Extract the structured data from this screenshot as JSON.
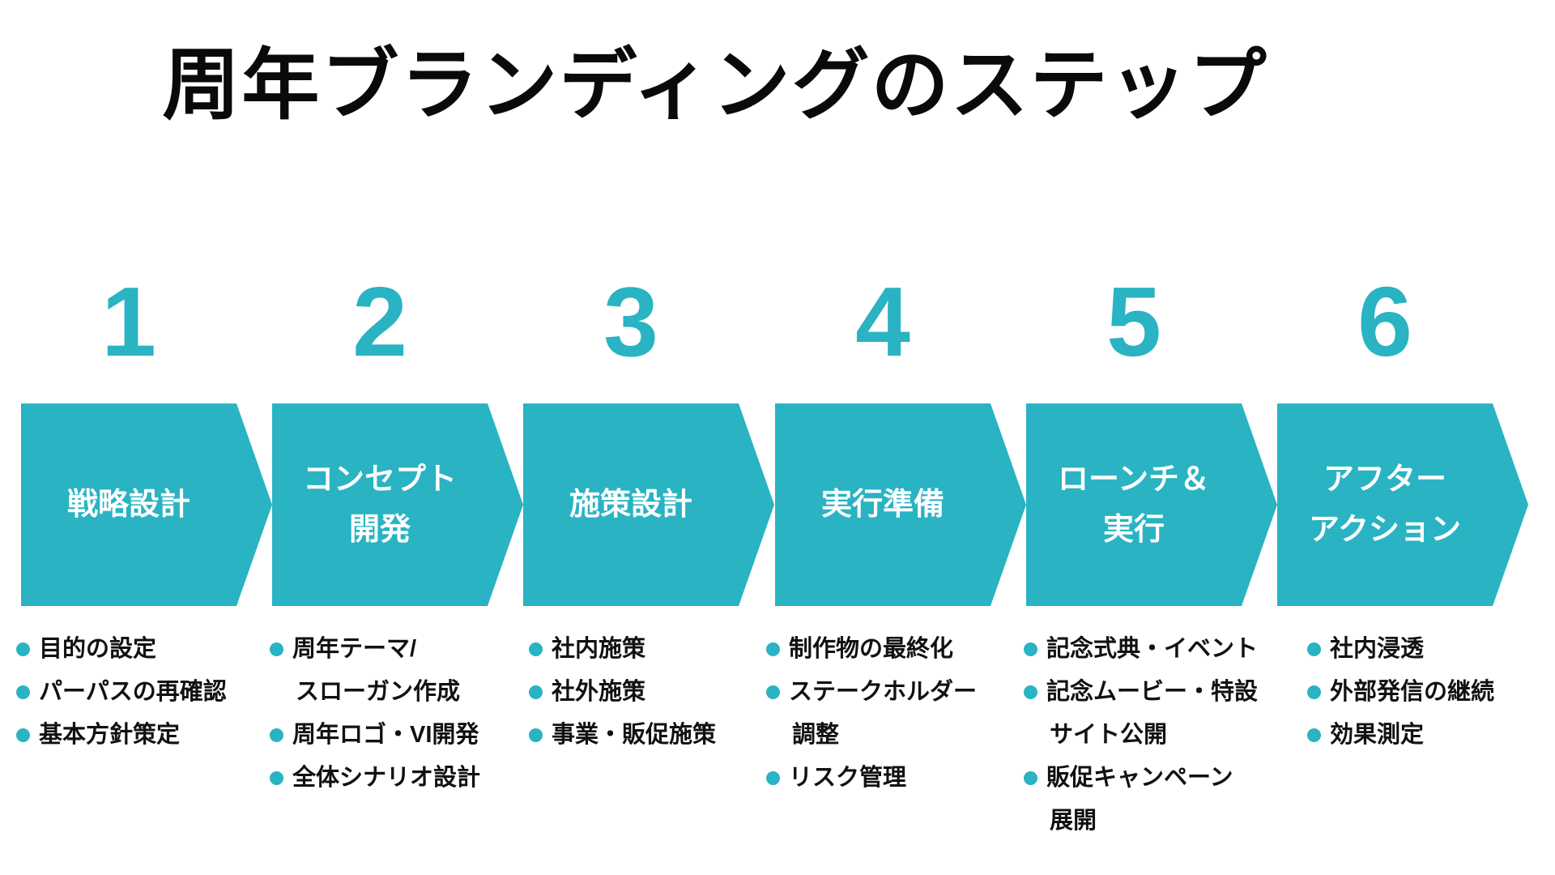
{
  "title": "周年ブランディングのステップ",
  "theme": {
    "accent": "#29B3C3",
    "arrow_text": "#FFFFFF",
    "body_text": "#111111",
    "background": "#FFFFFF"
  },
  "steps": [
    {
      "number": "1",
      "label_lines": [
        "戦略設計"
      ],
      "bullets": [
        {
          "lines": [
            "目的の設定"
          ]
        },
        {
          "lines": [
            "パーパスの再確認"
          ]
        },
        {
          "lines": [
            "基本方針策定"
          ]
        }
      ]
    },
    {
      "number": "2",
      "label_lines": [
        "コンセプト",
        "開発"
      ],
      "bullets": [
        {
          "lines": [
            "周年テーマ/",
            "スローガン作成"
          ]
        },
        {
          "lines": [
            "周年ロゴ・VI開発"
          ]
        },
        {
          "lines": [
            "全体シナリオ設計"
          ]
        }
      ]
    },
    {
      "number": "3",
      "label_lines": [
        "施策設計"
      ],
      "bullets": [
        {
          "lines": [
            "社内施策"
          ]
        },
        {
          "lines": [
            "社外施策"
          ]
        },
        {
          "lines": [
            "事業・販促施策"
          ]
        }
      ]
    },
    {
      "number": "4",
      "label_lines": [
        "実行準備"
      ],
      "bullets": [
        {
          "lines": [
            "制作物の最終化"
          ]
        },
        {
          "lines": [
            "ステークホルダー",
            "調整"
          ]
        },
        {
          "lines": [
            "リスク管理"
          ]
        }
      ]
    },
    {
      "number": "5",
      "label_lines": [
        "ローンチ＆",
        "実行"
      ],
      "bullets": [
        {
          "lines": [
            "記念式典・イベント"
          ]
        },
        {
          "lines": [
            "記念ムービー・特設",
            "サイト公開"
          ]
        },
        {
          "lines": [
            "販促キャンペーン",
            "展開"
          ]
        }
      ]
    },
    {
      "number": "6",
      "label_lines": [
        "アフター",
        "アクション"
      ],
      "bullets": [
        {
          "lines": [
            "社内浸透"
          ]
        },
        {
          "lines": [
            "外部発信の継続"
          ]
        },
        {
          "lines": [
            "効果測定"
          ]
        }
      ]
    }
  ]
}
